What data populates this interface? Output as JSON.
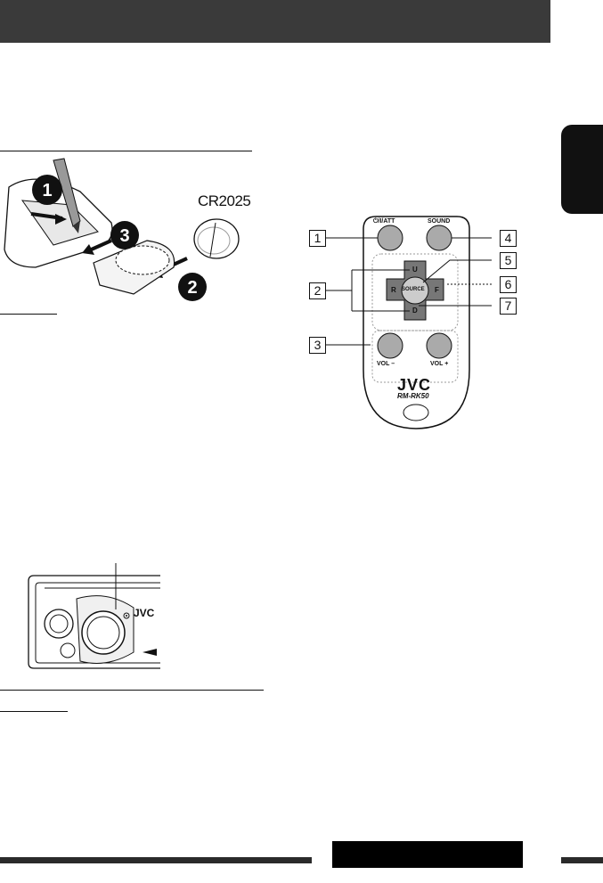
{
  "battery": {
    "model": "CR2025",
    "steps": [
      "❶",
      "❷",
      "❸"
    ]
  },
  "remote": {
    "buttons": {
      "power_att": "⏻/I/ATT",
      "sound": "SOUND",
      "source": "SOURCE",
      "up": "U",
      "down": "D",
      "left": "R",
      "right": "F",
      "vol_minus": "VOL –",
      "vol_plus": "VOL +"
    },
    "brand": "JVC",
    "model": "RM-RK50",
    "callouts": [
      "1",
      "2",
      "3",
      "4",
      "5",
      "6",
      "7"
    ]
  },
  "head_unit": {
    "brand": "JVC"
  }
}
